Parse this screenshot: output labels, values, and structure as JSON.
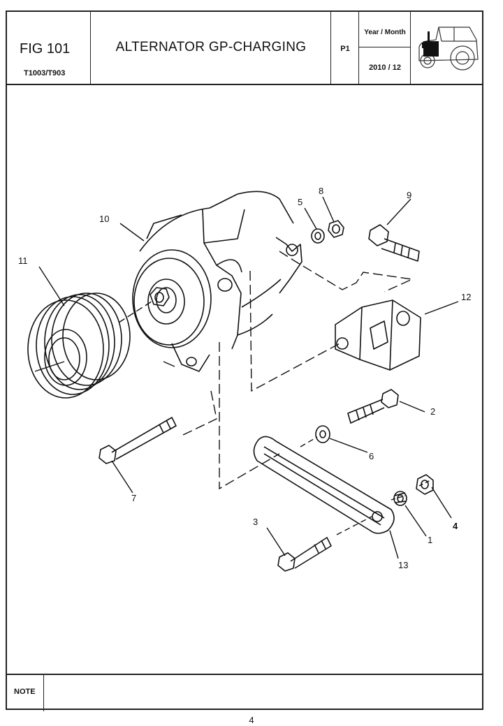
{
  "header": {
    "figure": "FIG 101",
    "model": "T1003/T903",
    "title": "ALTERNATOR GP-CHARGING",
    "page_code": "P1",
    "date_label": "Year / Month",
    "date_value": "2010 / 12",
    "tractor_icon": "tractor-icon"
  },
  "callouts": {
    "c1": "1",
    "c2": "2",
    "c3": "3",
    "c4": "4",
    "c5": "5",
    "c6": "6",
    "c7": "7",
    "c8": "8",
    "c9": "9",
    "c10": "10",
    "c11": "11",
    "c12": "12",
    "c13": "13"
  },
  "footer": {
    "note_label": "NOTE",
    "note_text": "",
    "page_number": "4"
  }
}
